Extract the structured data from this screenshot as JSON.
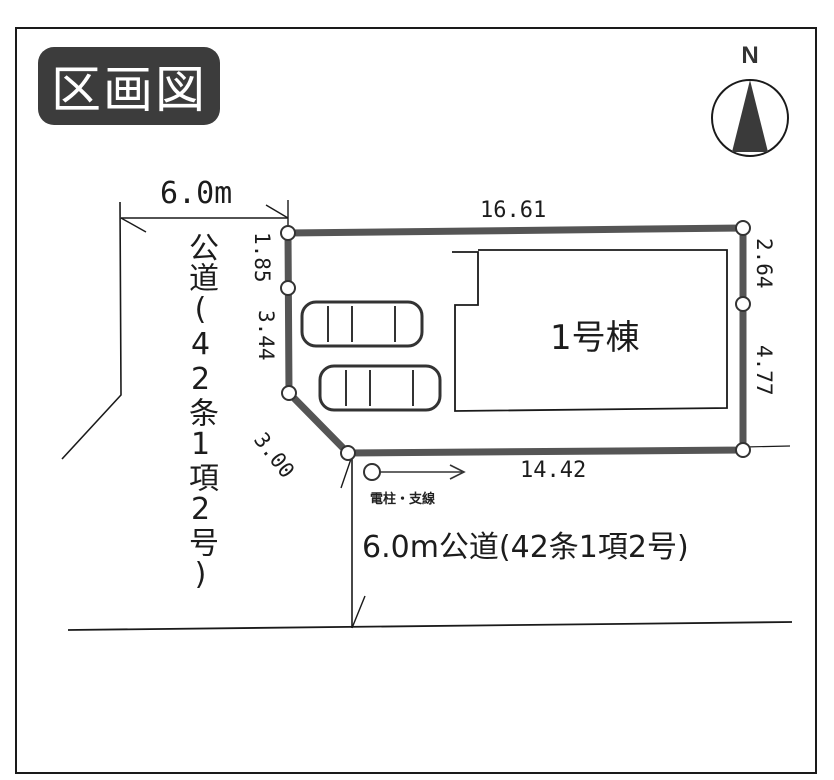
{
  "title": "区画図",
  "compass": {
    "label": "N",
    "icon": "north-arrow-icon"
  },
  "roads": {
    "west": {
      "width_label": "6.0m",
      "label": "公道(42条1項2号)"
    },
    "south": {
      "label": "6.0m公道(42条1項2号)"
    }
  },
  "lot": {
    "dimensions": {
      "north": "16.61",
      "south": "14.42",
      "west_upper": "1.85",
      "west_lower": "3.44",
      "corner_cut": "3.00",
      "east_upper": "2.64",
      "east_lower": "4.77"
    },
    "building_label": "1号棟",
    "parking_spaces": 2
  },
  "utility_pole": {
    "label": "電柱・支線"
  },
  "colors": {
    "badge": "#3c3c3c",
    "boundary": "#555555",
    "line": "#1a1a1a"
  }
}
